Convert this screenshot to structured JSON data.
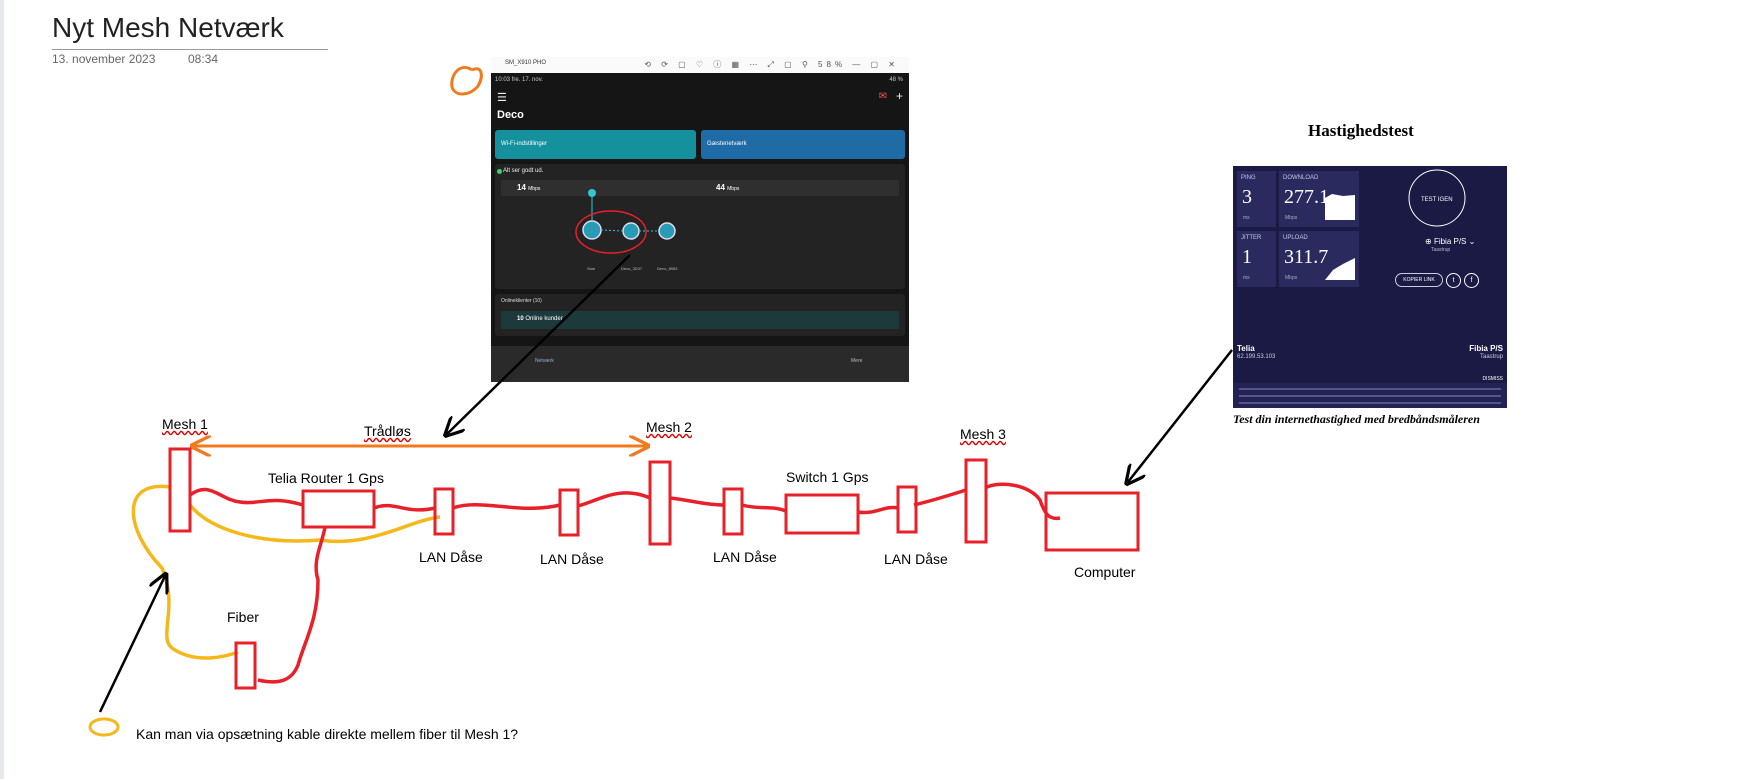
{
  "page": {
    "title": "Nyt Mesh Netværk",
    "date": "13. november 2023",
    "time": "08:34"
  },
  "deco_screenshot": {
    "window_title": "SM_X910 PHO",
    "zoom": "58%",
    "status_left": "10:03 fre. 17. nov.",
    "status_right": "48 %",
    "app_name": "Deco",
    "wifi_card": "Wi-Fi-indstillinger",
    "guest_card": "Gæstenetværk",
    "status_ok": "Alt ser godt ud.",
    "speed_down": "14",
    "speed_down_unit": "Mbps",
    "speed_up": "44",
    "speed_up_unit": "Mbps",
    "nodes": [
      "Stue",
      "Deco_3D37",
      "Deco_8983"
    ],
    "clients_header": "Onlineklienter (10)",
    "online_count": "10",
    "online_label": "Online kunder",
    "bottom_left": "Netværk",
    "bottom_right": "Mere"
  },
  "speedtest": {
    "heading": "Hastighedstest",
    "ping_label": "PING",
    "ping": "3",
    "ping_unit": "ms",
    "download_label": "DOWNLOAD",
    "download": "277.1",
    "download_unit": "Mbps",
    "jitter_label": "JITTER",
    "jitter": "1",
    "jitter_unit": "ms",
    "upload_label": "UPLOAD",
    "upload": "311.7",
    "upload_unit": "Mbps",
    "test_button": "TEST IGEN",
    "isp": "Fibia P/S",
    "isp_city": "Taastrup",
    "copy_link": "KOPIER LINK",
    "provider_left": "Telia",
    "ip": "62.199.53.103",
    "provider_right": "Fibia P/S",
    "city_right": "Taastrup",
    "dismiss": "DISMISS",
    "caption": "Test din internethastighed med bredbåndsmåleren"
  },
  "diagram": {
    "labels": {
      "mesh1": "Mesh 1",
      "wireless": "Trådløs",
      "mesh2": "Mesh 2",
      "mesh3": "Mesh 3",
      "router": "Telia Router 1 Gps",
      "switch": "Switch 1 Gps",
      "lan1": "LAN Dåse",
      "lan2": "LAN Dåse",
      "lan3": "LAN Dåse",
      "lan4": "LAN Dåse",
      "computer": "Computer",
      "fiber": "Fiber",
      "question": "Kan man via opsætning kable direkte mellem fiber til Mesh 1?"
    },
    "colors": {
      "cable": "#e8202a",
      "alt_cable": "#f5b81a",
      "wireless": "#f07a1f",
      "arrow": "#000000"
    }
  }
}
